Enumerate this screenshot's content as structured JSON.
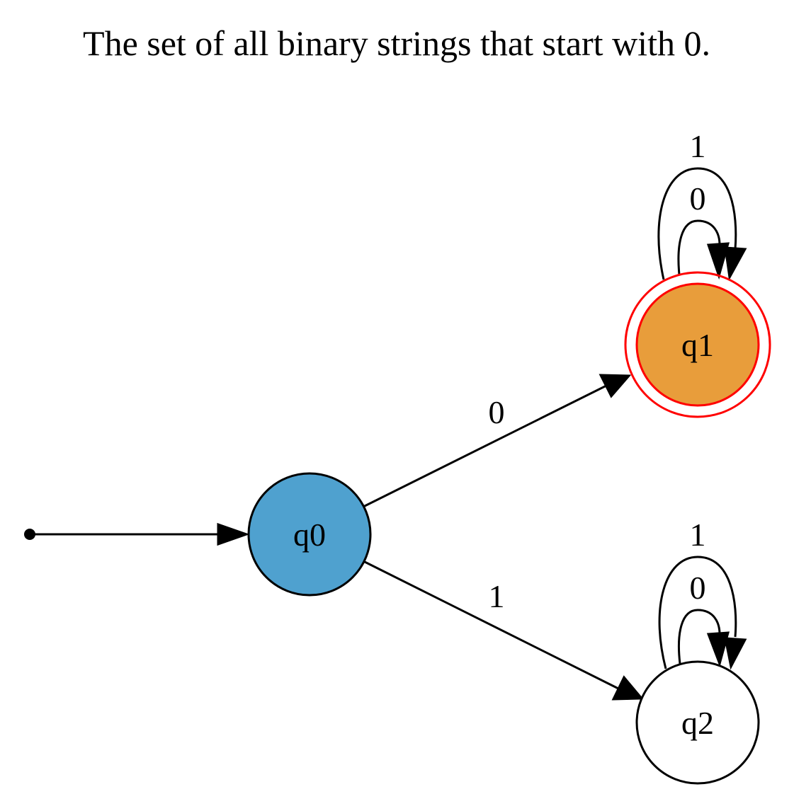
{
  "title": "The set of all binary strings that start with 0.",
  "states": {
    "q0": {
      "label": "q0",
      "fill": "#4fa1cf",
      "stroke": "#000000",
      "start": true,
      "accepting": false
    },
    "q1": {
      "label": "q1",
      "fill": "#e89d3b",
      "stroke": "#ff0000",
      "start": false,
      "accepting": true
    },
    "q2": {
      "label": "q2",
      "fill": "#ffffff",
      "stroke": "#000000",
      "start": false,
      "accepting": false
    }
  },
  "transitions": {
    "q0_q1": {
      "from": "q0",
      "to": "q1",
      "label": "0"
    },
    "q0_q2": {
      "from": "q0",
      "to": "q2",
      "label": "1"
    },
    "q1_q1_0": {
      "from": "q1",
      "to": "q1",
      "label": "0"
    },
    "q1_q1_1": {
      "from": "q1",
      "to": "q1",
      "label": "1"
    },
    "q2_q2_0": {
      "from": "q2",
      "to": "q2",
      "label": "0"
    },
    "q2_q2_1": {
      "from": "q2",
      "to": "q2",
      "label": "1"
    }
  }
}
